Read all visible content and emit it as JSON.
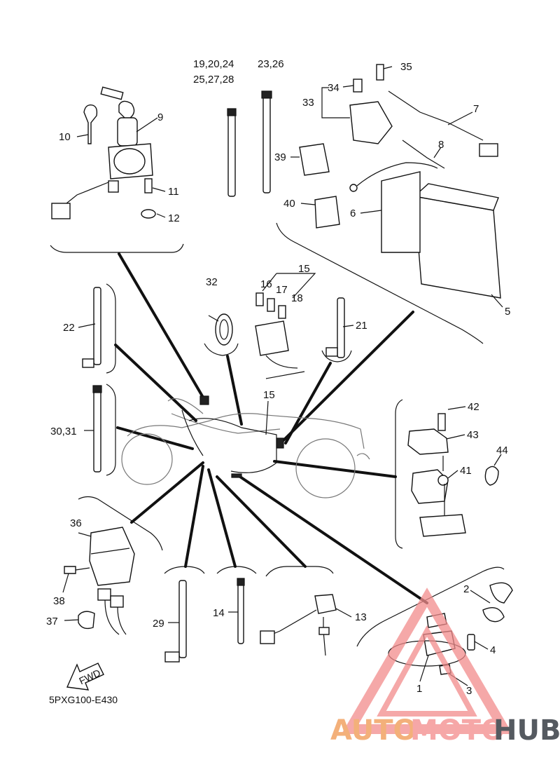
{
  "diagram": {
    "code": "5PXG100-E430",
    "fwd_label": "FWD",
    "callouts": {
      "p1": "1",
      "p2": "2",
      "p3": "3",
      "p4": "4",
      "p5": "5",
      "p6": "6",
      "p7": "7",
      "p8": "8",
      "p9": "9",
      "p10": "10",
      "p11": "11",
      "p12": "12",
      "p13": "13",
      "p14": "14",
      "p15a": "15",
      "p15b": "15",
      "p16": "16",
      "p17": "17",
      "p18": "18",
      "p19": "19,20,24",
      "p25": "25,27,28",
      "p21": "21",
      "p22": "22",
      "p23": "23,26",
      "p29": "29",
      "p30": "30,31",
      "p32": "32",
      "p33": "33",
      "p34": "34",
      "p35": "35",
      "p36": "36",
      "p37": "37",
      "p38": "38",
      "p39": "39",
      "p40": "40",
      "p41": "41",
      "p42": "42",
      "p43": "43",
      "p44": "44"
    }
  },
  "watermark": {
    "part1": "AUTO",
    "part2": "MOTO",
    "part3": "HUB",
    "colors": {
      "auto": "#f3b07a",
      "moto": "#f6a7a7",
      "hub": "#555a60",
      "triangle": "#f28c8c"
    }
  }
}
